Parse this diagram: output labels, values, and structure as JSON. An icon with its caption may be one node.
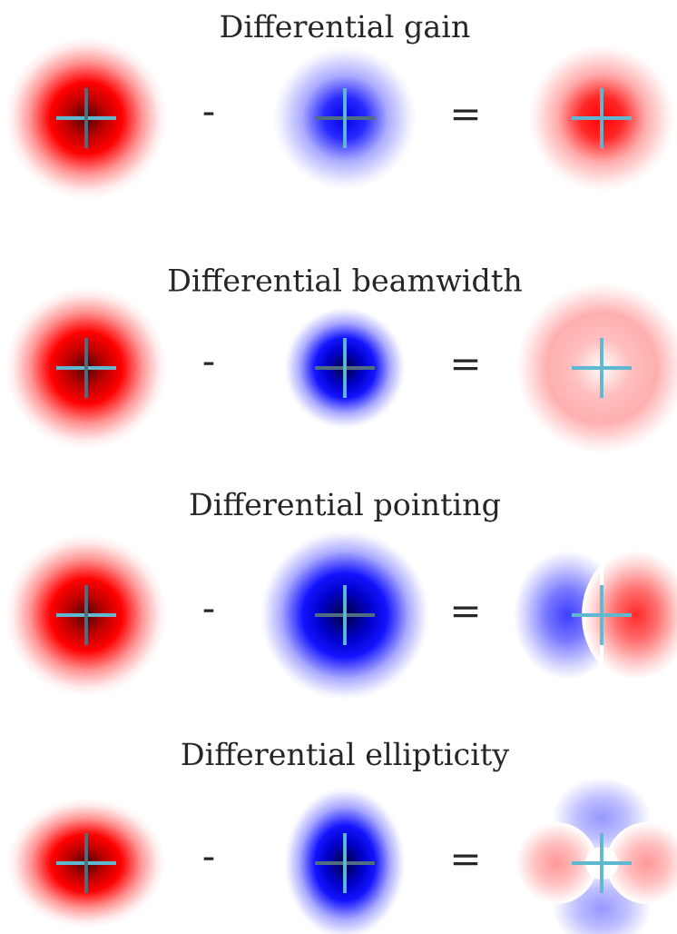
{
  "diagram": {
    "labels": [
      "Differential gain",
      "-",
      "=",
      "Differential beamwidth",
      "-",
      "=",
      "Differential pointing",
      "-",
      "=",
      "Differential ellipticity",
      "-",
      "="
    ]
  }
}
